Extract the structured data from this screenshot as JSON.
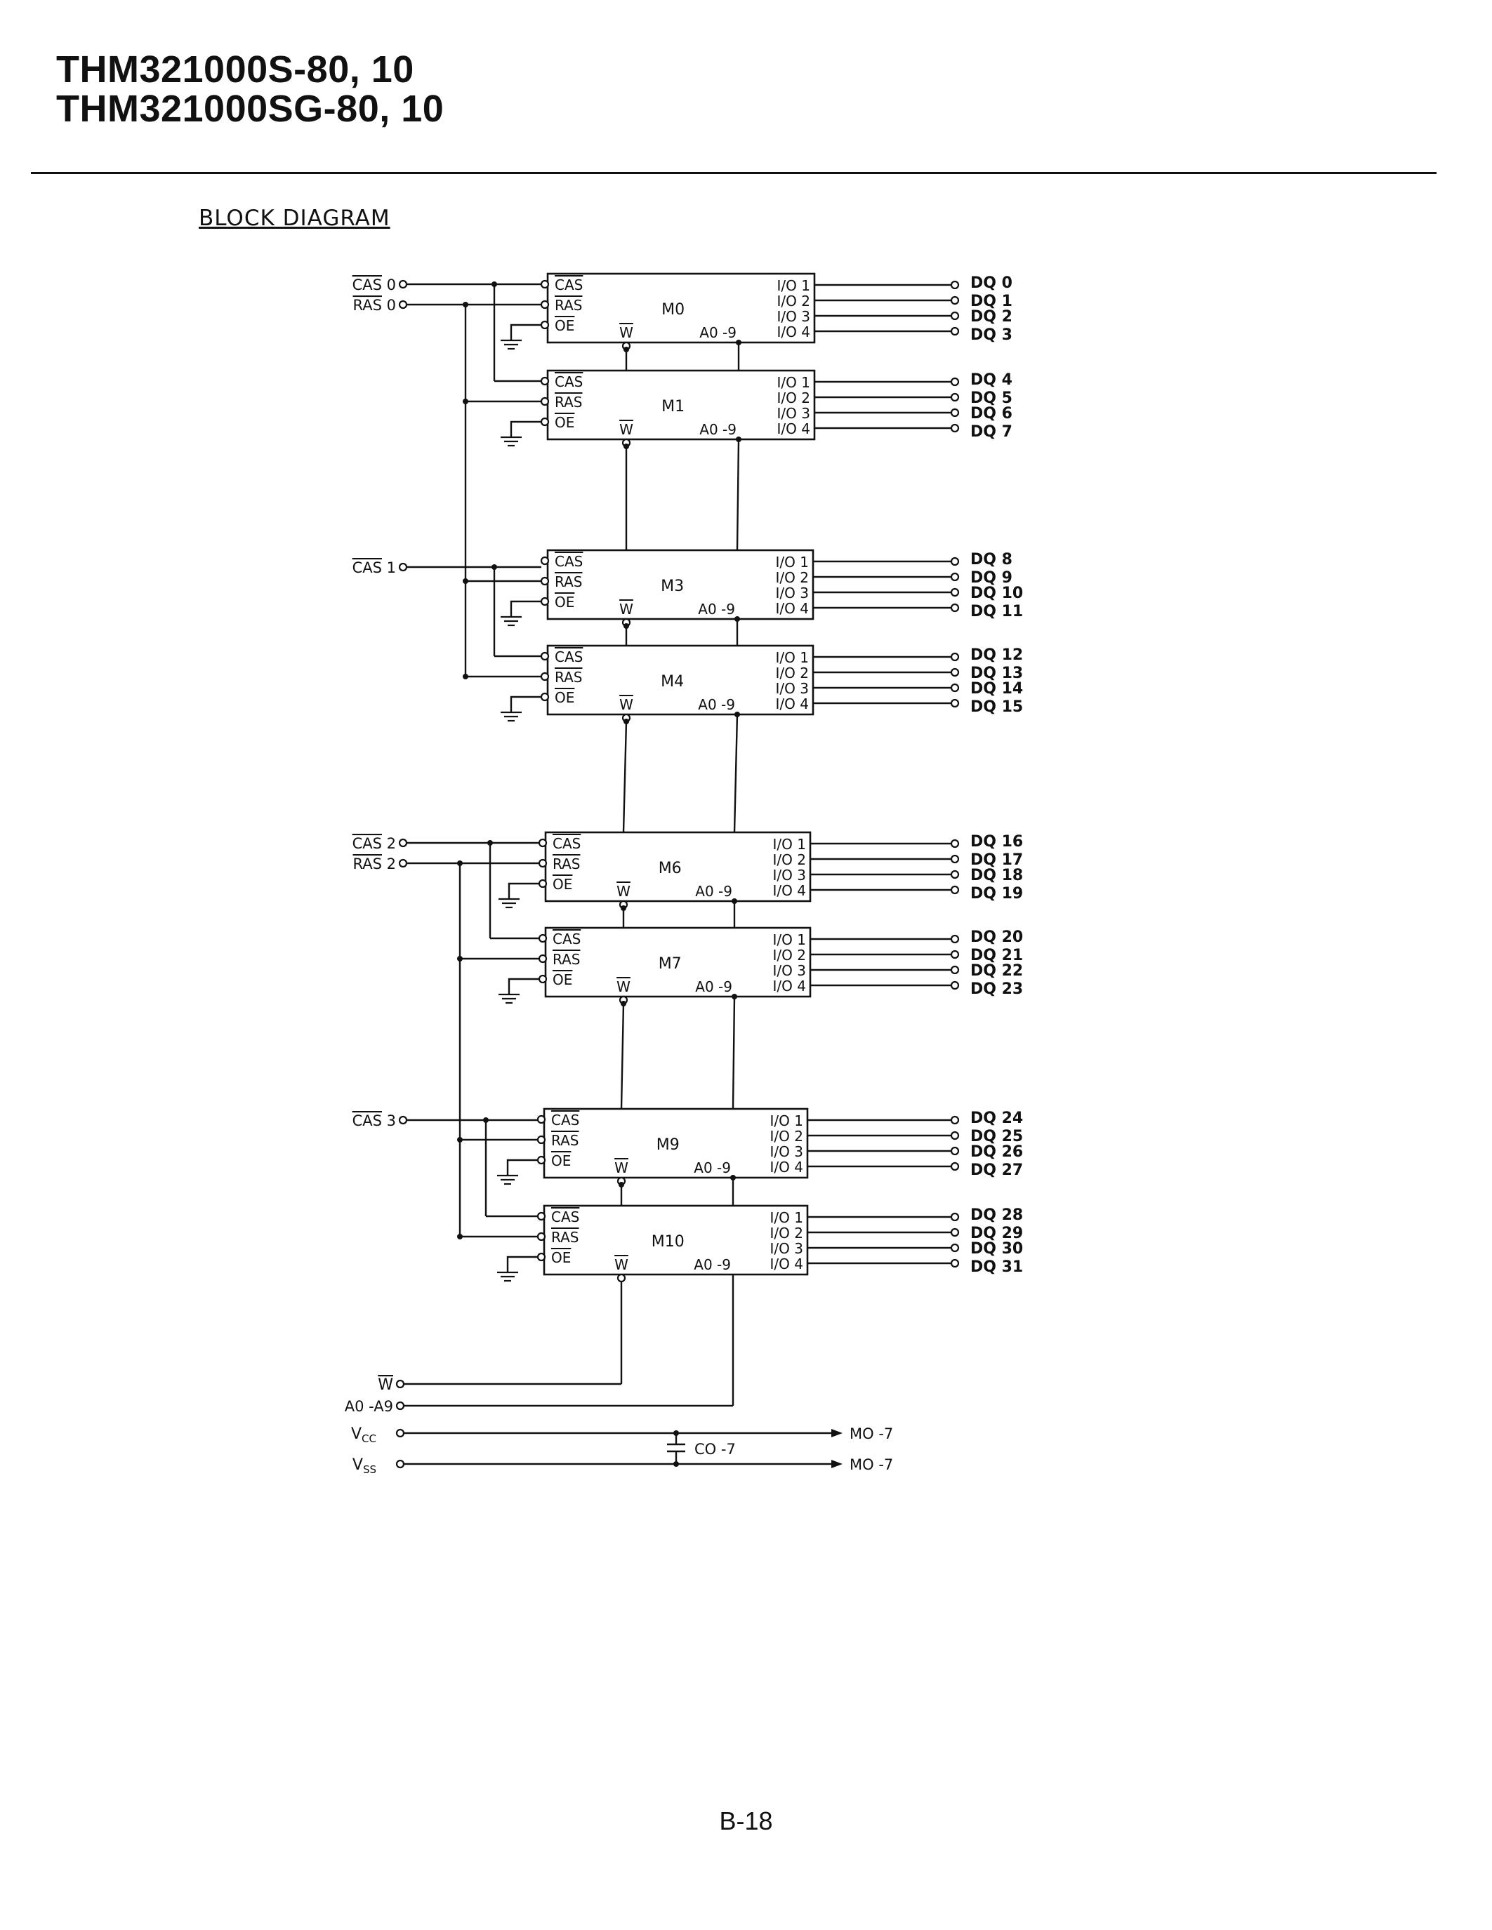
{
  "header": {
    "title_line1": "THM321000S-80, 10",
    "title_line2": "THM321000SG-80, 10"
  },
  "section_title": "BLOCK DIAGRAM",
  "diagram": {
    "chips": [
      {
        "name": "M0",
        "dq": [
          "DQ 0",
          "DQ 1",
          "DQ 2",
          "DQ 3"
        ]
      },
      {
        "name": "M1",
        "dq": [
          "DQ 4",
          "DQ 5",
          "DQ 6",
          "DQ 7"
        ]
      },
      {
        "name": "M3",
        "dq": [
          "DQ 8",
          "DQ 9",
          "DQ 10",
          "DQ 11"
        ]
      },
      {
        "name": "M4",
        "dq": [
          "DQ 12",
          "DQ 13",
          "DQ 14",
          "DQ 15"
        ]
      },
      {
        "name": "M6",
        "dq": [
          "DQ 16",
          "DQ 17",
          "DQ 18",
          "DQ 19"
        ]
      },
      {
        "name": "M7",
        "dq": [
          "DQ 20",
          "DQ 21",
          "DQ 22",
          "DQ 23"
        ]
      },
      {
        "name": "M9",
        "dq": [
          "DQ 24",
          "DQ 25",
          "DQ 26",
          "DQ 27"
        ]
      },
      {
        "name": "M10",
        "dq": [
          "DQ 28",
          "DQ 29",
          "DQ 30",
          "DQ 31"
        ]
      }
    ],
    "chip_pins": {
      "cas": "CAS",
      "ras": "RAS",
      "oe": "OE",
      "w": "W",
      "addr": "A0 -9",
      "io": [
        "I/O 1",
        "I/O 2",
        "I/O 3",
        "I/O 4"
      ]
    },
    "inputs": {
      "cas0": {
        "name": "CAS",
        "index": "0"
      },
      "ras0": {
        "name": "RAS",
        "index": "0"
      },
      "cas1": {
        "name": "CAS",
        "index": "1"
      },
      "cas2": {
        "name": "CAS",
        "index": "2"
      },
      "ras2": {
        "name": "RAS",
        "index": "2"
      },
      "cas3": {
        "name": "CAS",
        "index": "3"
      }
    },
    "bottom": {
      "w": "W",
      "addr": "A0 -A9",
      "vcc_base": "V",
      "vcc_sub": "CC",
      "vss_base": "V",
      "vss_sub": "SS",
      "vcc_target": "MO -7",
      "vss_target": "MO -7",
      "cap": "CO -7"
    }
  },
  "footer": {
    "page": "B-18"
  }
}
